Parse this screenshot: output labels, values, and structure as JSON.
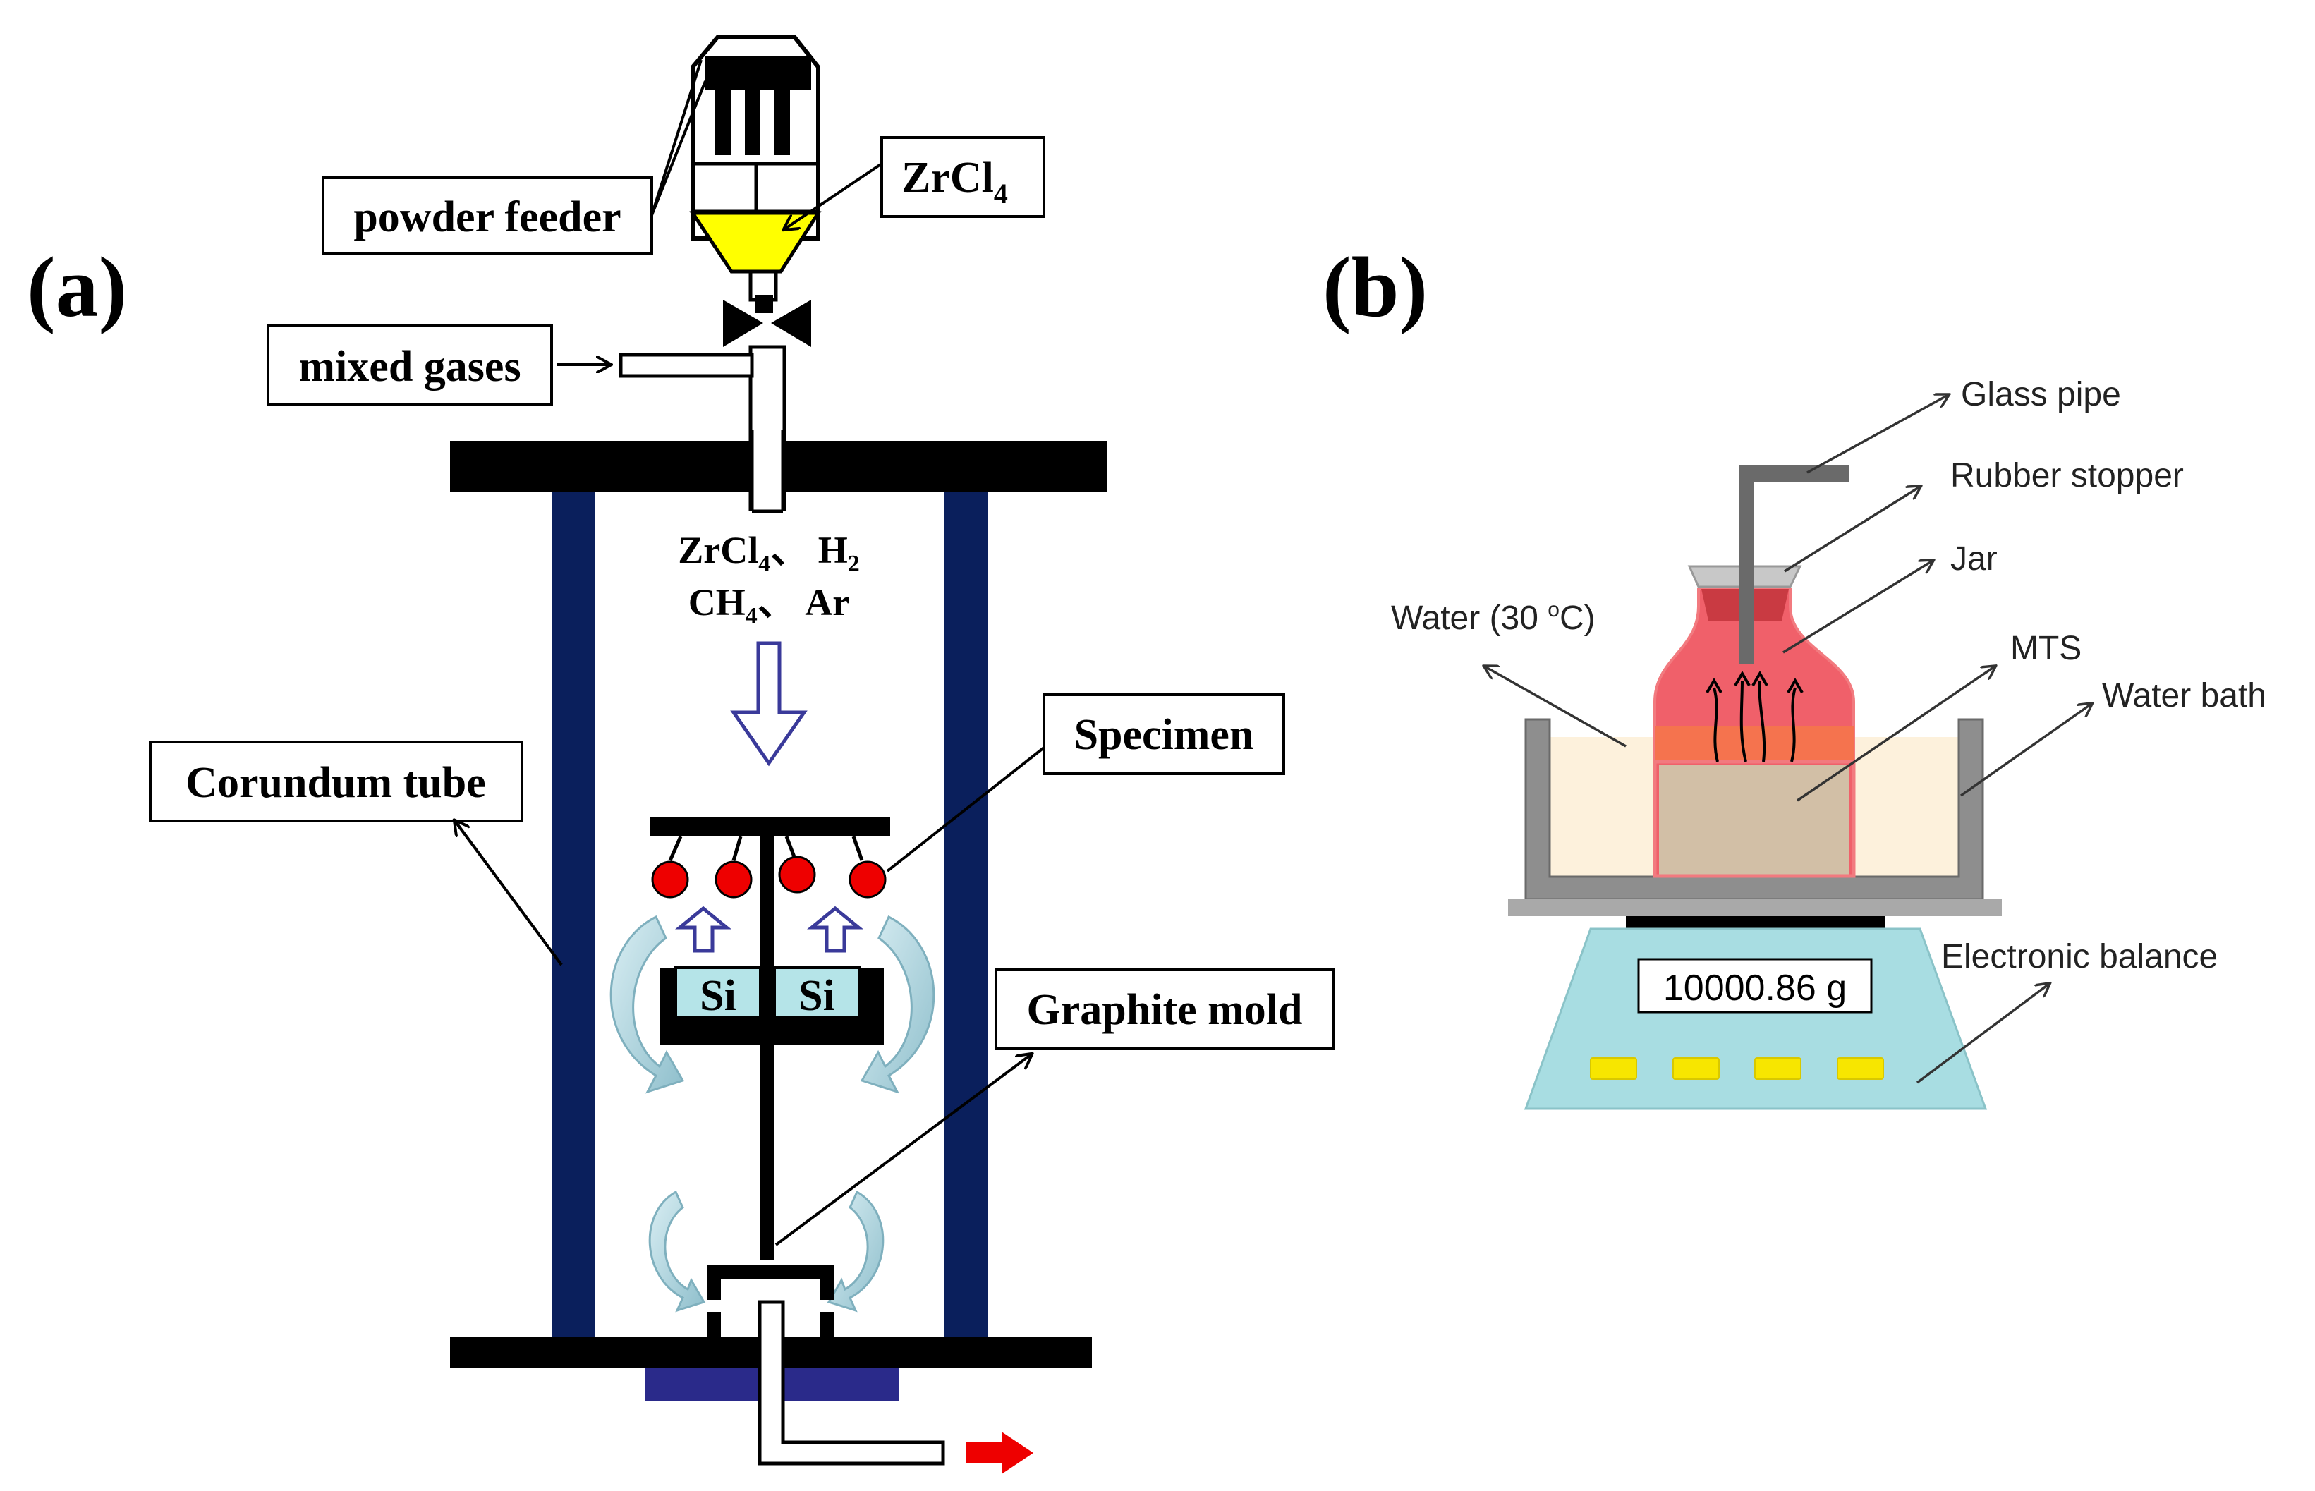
{
  "panel_a": {
    "label": "(a)",
    "labels": {
      "powder_feeder": "powder feeder",
      "zrcl4_main": "ZrCl",
      "zrcl4_sub": "4",
      "mixed_gases": "mixed gases",
      "specimen": "Specimen",
      "corundum_tube": "Corundum tube",
      "graphite_mold": "Graphite mold",
      "si_left": "Si",
      "si_right": "Si"
    },
    "gas_line1": {
      "a": "ZrCl",
      "a_sub": "4",
      "sep": "、 H",
      "b_sub": "2"
    },
    "gas_line2": {
      "a": "CH",
      "a_sub": "4",
      "sep": "、 Ar"
    }
  },
  "panel_b": {
    "label": "(b)",
    "labels": {
      "glass_pipe": "Glass pipe",
      "rubber_stopper": "Rubber stopper",
      "jar": "Jar",
      "water_prefix": "Water (30 ",
      "water_sup": "o",
      "water_suffix": "C)",
      "mts": "MTS",
      "water_bath": "Water bath",
      "electronic_balance": "Electronic balance"
    },
    "display_value": "10000.86 g"
  },
  "colors": {
    "tube_blue": "#0a1f5c",
    "yellow": "#ffff00",
    "red": "#ee0000",
    "si_fill": "#b5e4e8",
    "arrow_teal": "#9ec9d4",
    "jar_red": "#f0606a",
    "water_beige": "#fdf1dc",
    "mts_tan": "#d2bfa6",
    "balance_cyan": "#a8dde2"
  }
}
